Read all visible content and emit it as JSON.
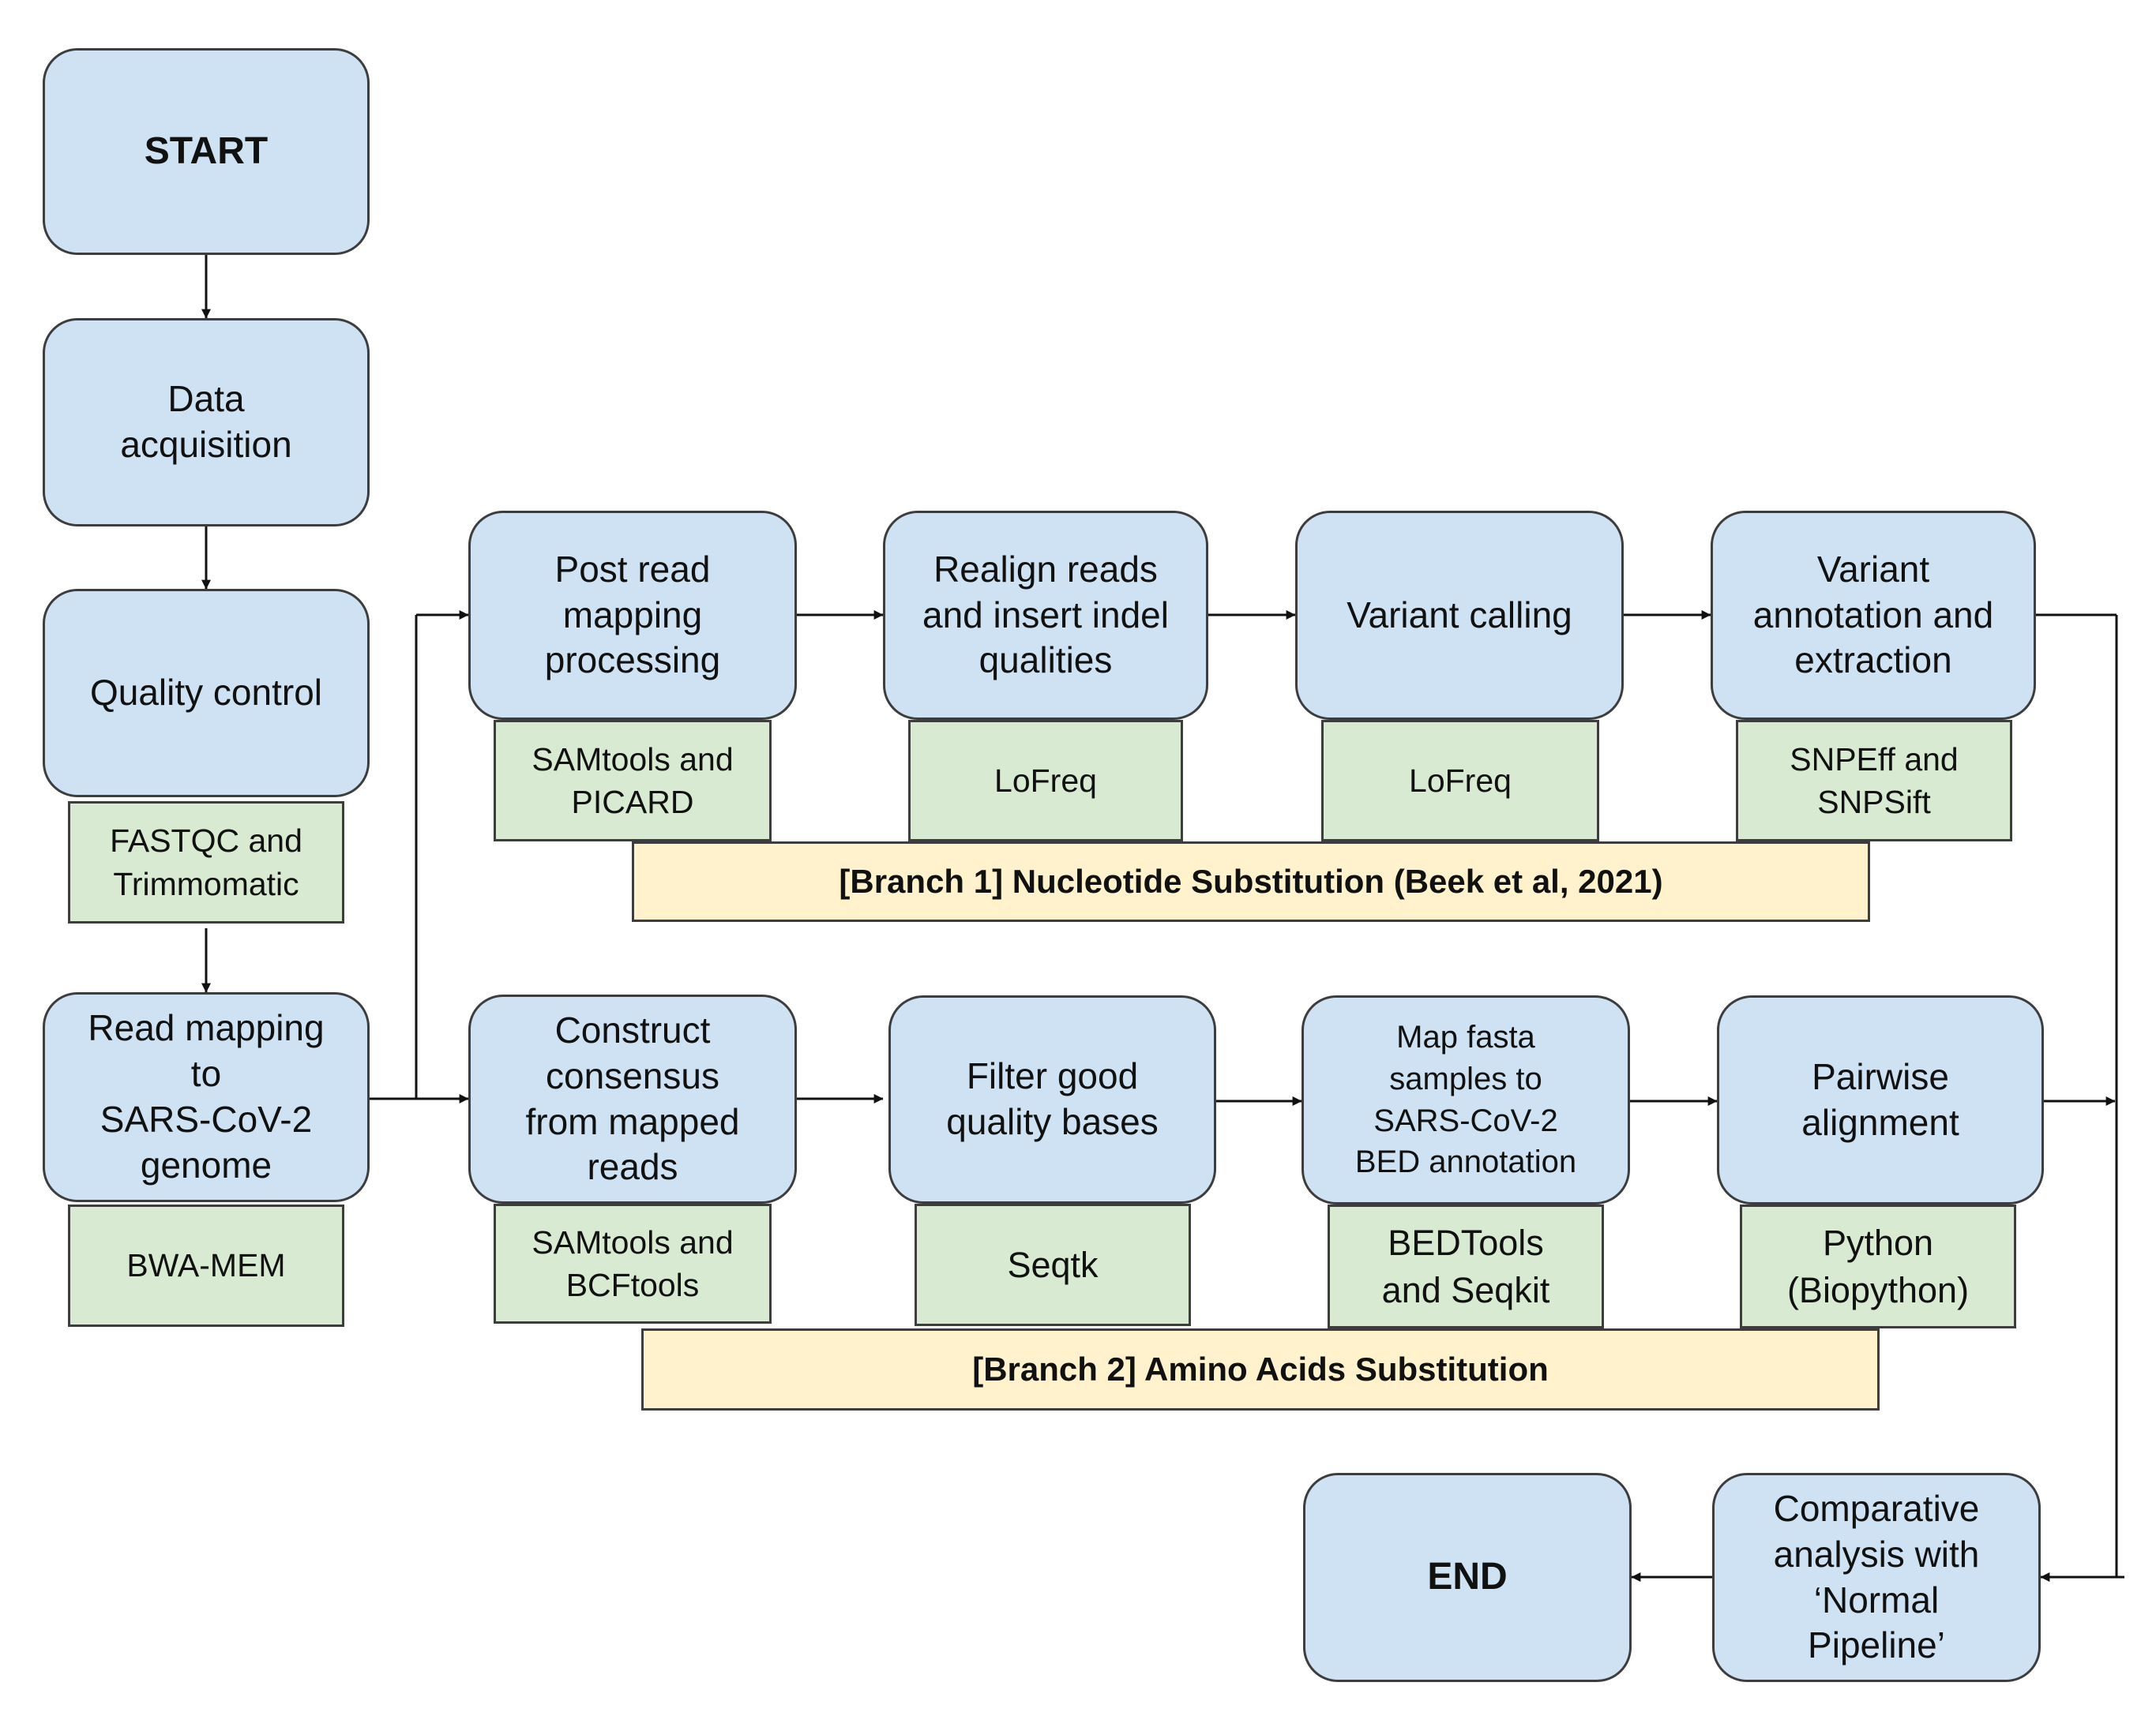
{
  "nodes": {
    "start": "START",
    "data_acquisition": "Data\nacquisition",
    "quality_control": "Quality control",
    "read_mapping": "Read mapping\nto\nSARS-CoV-2\ngenome",
    "post_read": "Post read\nmapping\nprocessing",
    "realign": "Realign reads\nand insert indel\nqualities",
    "variant_calling": "Variant calling",
    "variant_annotation": "Variant\nannotation and\nextraction",
    "construct_consensus": "Construct\nconsensus\nfrom mapped\nreads",
    "filter_bases": "Filter good\nquality bases",
    "map_fasta": "Map fasta\nsamples to\nSARS-CoV-2\nBED annotation",
    "pairwise": "Pairwise\nalignment",
    "comparative": "Comparative\nanalysis with\n‘Normal\nPipeline’",
    "end": "END"
  },
  "tools": {
    "fastqc": "FASTQC and\nTrimmomatic",
    "bwa": "BWA-MEM",
    "samtools_picard": "SAMtools and\nPICARD",
    "lofreq_1": "LoFreq",
    "lofreq_2": "LoFreq",
    "snpeff": "SNPEff and\nSNPSift",
    "samtools_bcf": "SAMtools and\nBCFtools",
    "seqtk": "Seqtk",
    "bedtools": "BEDTools\nand Seqkit",
    "python": "Python\n(Biopython)"
  },
  "branches": {
    "branch1": "[Branch 1] Nucleotide Substitution (Beek et al, 2021)",
    "branch2": "[Branch 2] Amino Acids Substitution"
  },
  "colors": {
    "process": "#cfe2f3",
    "tool": "#d9ead3",
    "branch": "#fff2cc",
    "stroke": "#3d3d3d"
  }
}
